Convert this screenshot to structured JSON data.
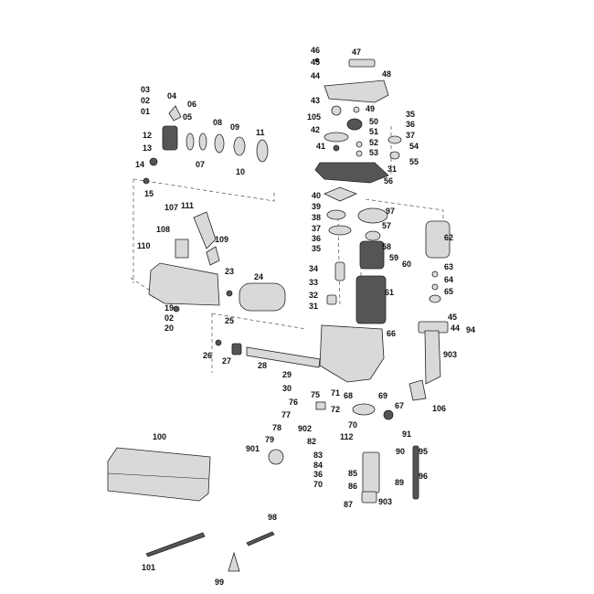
{
  "diagram": {
    "labels": [
      "46",
      "47",
      "45",
      "44",
      "48",
      "43",
      "49",
      "105",
      "50",
      "42",
      "51",
      "35",
      "36",
      "37",
      "41",
      "52",
      "53",
      "54",
      "55",
      "31",
      "56",
      "03",
      "04",
      "02",
      "01",
      "05",
      "06",
      "12",
      "08",
      "09",
      "11",
      "13",
      "07",
      "10",
      "14",
      "15",
      "40",
      "39",
      "97",
      "38",
      "57",
      "37",
      "36",
      "35",
      "58",
      "62",
      "59",
      "60",
      "34",
      "63",
      "64",
      "65",
      "33",
      "61",
      "32",
      "31",
      "107",
      "111",
      "108",
      "109",
      "110",
      "23",
      "24",
      "19",
      "02",
      "20",
      "25",
      "26",
      "27",
      "28",
      "66",
      "45",
      "44",
      "94",
      "903",
      "29",
      "30",
      "75",
      "71",
      "76",
      "68",
      "69",
      "67",
      "72",
      "106",
      "77",
      "70",
      "78",
      "902",
      "91",
      "79",
      "901",
      "82",
      "112",
      "90",
      "95",
      "83",
      "84",
      "85",
      "36",
      "70",
      "86",
      "89",
      "96",
      "87",
      "903",
      "100",
      "98",
      "101",
      "99"
    ]
  },
  "colors": {
    "line": "#222222",
    "fill": "#d9d9d9",
    "dark": "#555555",
    "background": "#ffffff"
  }
}
